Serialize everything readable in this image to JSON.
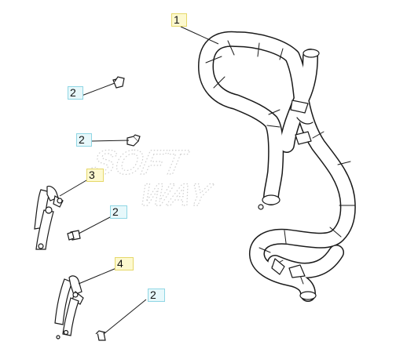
{
  "callouts": [
    {
      "label": "1",
      "role": "main bar",
      "color": "#fdf9cf"
    },
    {
      "label": "2",
      "role": "bolt",
      "color": "#e7f8fb"
    },
    {
      "label": "2",
      "role": "bolt",
      "color": "#e7f8fb"
    },
    {
      "label": "3",
      "role": "bracket",
      "color": "#fdf9cf"
    },
    {
      "label": "2",
      "role": "bolt",
      "color": "#e7f8fb"
    },
    {
      "label": "4",
      "role": "bracket",
      "color": "#fdf9cf"
    },
    {
      "label": "2",
      "role": "bolt",
      "color": "#e7f8fb"
    }
  ],
  "watermark": {
    "line1": "SOFT",
    "line2": "WAY",
    "color": "#d9d9d9"
  },
  "colors": {
    "outline": "#1a1a1a",
    "fill": "#ffffff"
  }
}
